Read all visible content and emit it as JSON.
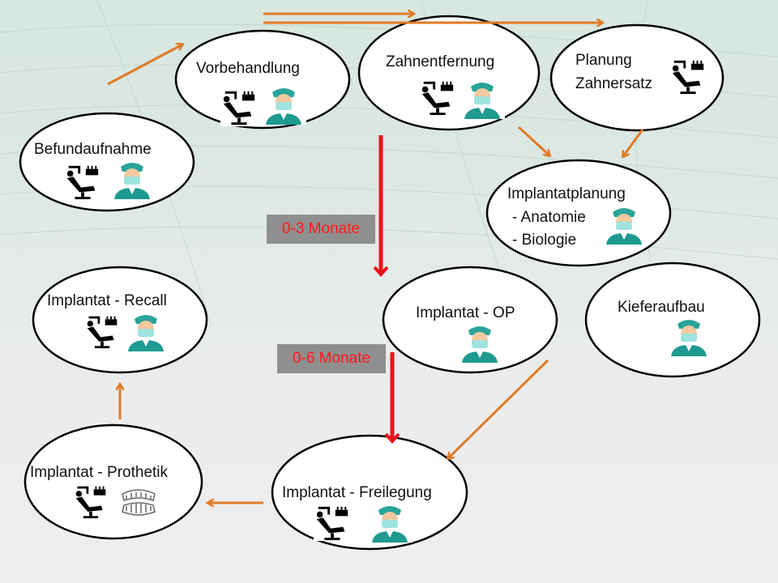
{
  "nodes": {
    "befundaufnahme": "Befundaufnahme",
    "vorbehandlung": "Vorbehandlung",
    "zahnentfernung": "Zahnentfernung",
    "planung_line1": "Planung",
    "planung_line2": "Zahnersatz",
    "implantatplanung": "Implantatplanung",
    "anatomie": "- Anatomie",
    "biologie": "- Biologie",
    "kieferaufbau": "Kieferaufbau",
    "implantat_op": "Implantat - OP",
    "implantat_recall": "Implantat - Recall",
    "implantat_prothetik": "Implantat - Prothetik",
    "implantat_freilegung": "Implantat - Freilegung"
  },
  "badges": {
    "first": "0-3 Monate",
    "second": "0-6 Monate"
  },
  "icons": [
    "dental-chair-icon",
    "dentist-icon",
    "dentures-icon"
  ],
  "colors": {
    "flow_arrow": "#e07a28",
    "time_arrow": "#e8141c",
    "badge_bg": "#8f8f8f",
    "badge_text": "#ff1a1a"
  }
}
